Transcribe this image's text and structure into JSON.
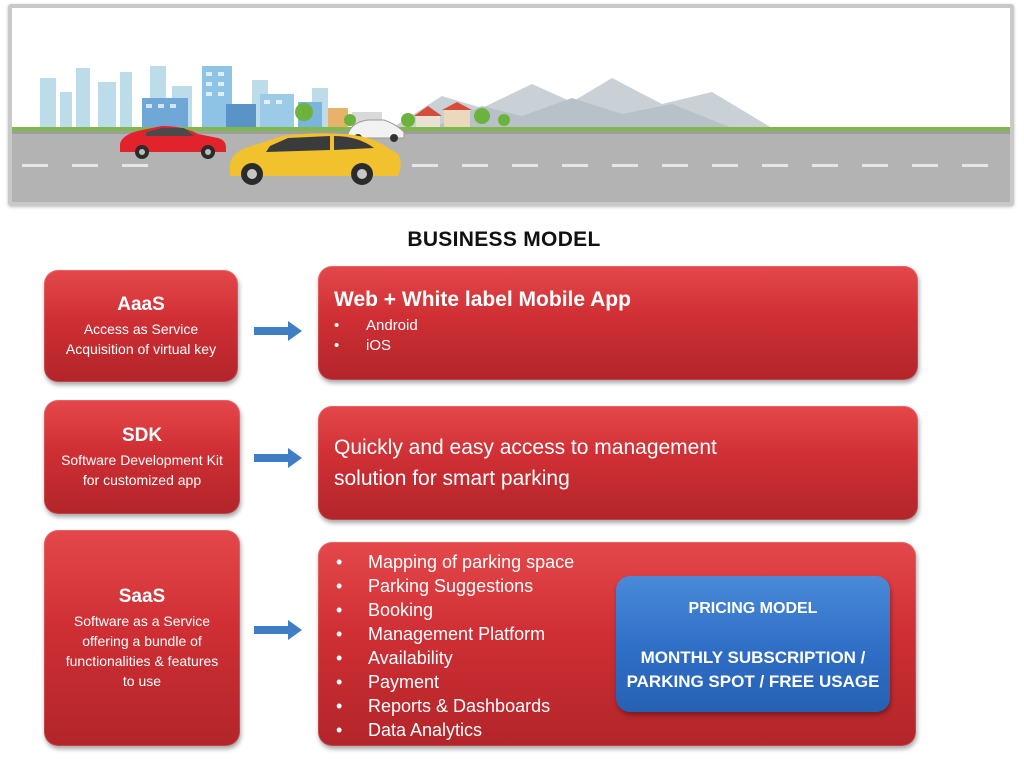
{
  "banner": {
    "colors": {
      "sky": "#ffffff",
      "road": "#b3b3b3",
      "car_front": "#f2c12e",
      "car_back": "#e2232b"
    }
  },
  "page_title": "BUSINESS MODEL",
  "rows": [
    {
      "left": {
        "title": "AaaS",
        "description": "Access as Service Acquisition of virtual key"
      },
      "right": {
        "title": "Web + White label Mobile App",
        "bullets": [
          "Android",
          "iOS"
        ]
      }
    },
    {
      "left": {
        "title": "SDK",
        "description": "Software Development Kit for customized app"
      },
      "right": {
        "text": "Quickly and easy access to management solution for smart parking"
      }
    },
    {
      "left": {
        "title": "SaaS",
        "description": "Software as a Service offering a bundle of functionalities  & features to use"
      },
      "right": {
        "bullets": [
          "Mapping of parking space",
          "Parking Suggestions",
          "Booking",
          "Management Platform",
          "Availability",
          "Payment",
          "Reports & Dashboards",
          "Data Analytics"
        ]
      }
    }
  ],
  "pricing": {
    "title": "PRICING MODEL",
    "line1": "MONTHLY SUBSCRIPTION /",
    "line2": "PARKING SPOT / FREE USAGE"
  },
  "colors": {
    "box_red": "#cf2f34",
    "box_blue": "#2f6ec6",
    "arrow_blue": "#3f7ec4"
  }
}
